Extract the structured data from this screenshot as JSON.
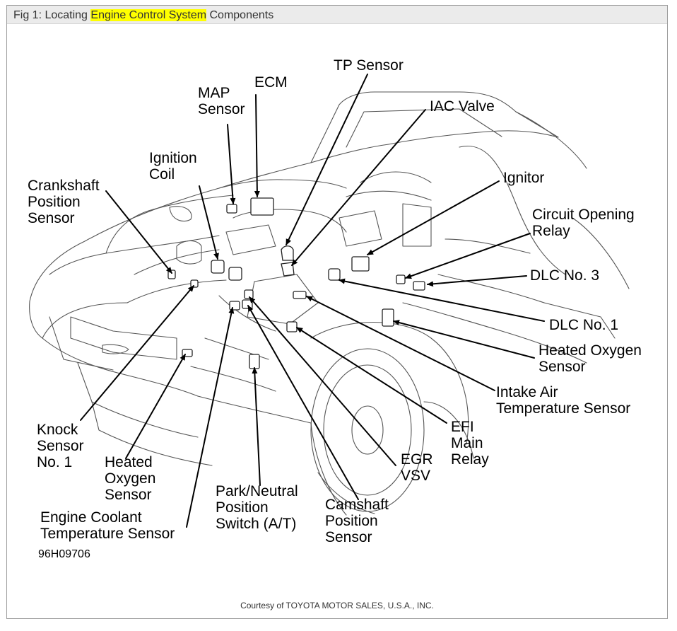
{
  "caption": {
    "prefix": "Fig 1: Locating ",
    "highlight": "Engine Control System",
    "suffix": " Components",
    "highlight_color": "#ffff00"
  },
  "labels": {
    "tp_sensor": "TP Sensor",
    "ecm": "ECM",
    "map_sensor": "MAP\nSensor",
    "iac_valve": "IAC Valve",
    "ignition_coil": "Ignition\nCoil",
    "ignitor": "Ignitor",
    "crankshaft_position_sensor": "Crankshaft\nPosition\nSensor",
    "circuit_opening_relay": "Circuit Opening\nRelay",
    "dlc_no3": "DLC No. 3",
    "dlc_no1": "DLC No. 1",
    "heated_oxygen_sensor_right": "Heated Oxygen\nSensor",
    "intake_air_temperature_sensor": "Intake Air\nTemperature Sensor",
    "knock_sensor_no1": "Knock\nSensor\nNo. 1",
    "efi_main_relay": "EFI\nMain\nRelay",
    "egr_vsv": "EGR\nVSV",
    "heated_oxygen_sensor_left": "Heated\nOxygen\nSensor",
    "park_neutral_position_switch": "Park/Neutral\nPosition\nSwitch (A/T)",
    "camshaft_position_sensor": "Camshaft\nPosition\nSensor",
    "engine_coolant_temperature_sensor": "Engine Coolant\nTemperature Sensor"
  },
  "figure_code": "96H09706",
  "credit": "Courtesy of TOYOTA MOTOR SALES, U.S.A., INC."
}
